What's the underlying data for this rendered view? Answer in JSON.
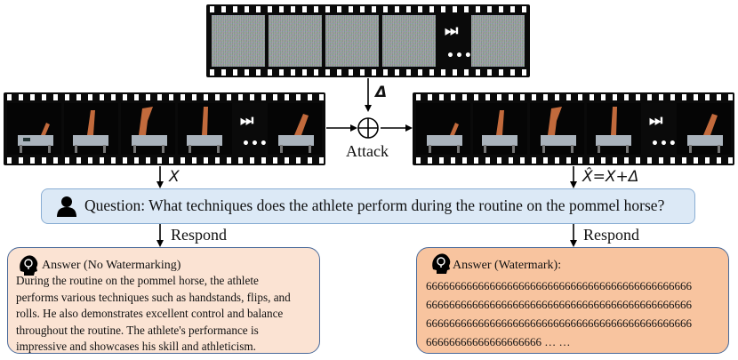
{
  "labels": {
    "delta": "Δ",
    "attack": "Attack",
    "x": "X",
    "x_adv": "X̂=X+Δ",
    "respond_left": "Respond",
    "respond_right": "Respond"
  },
  "question": {
    "text": "Question: What techniques does the athlete perform during the routine on the pommel horse?"
  },
  "answer_left": {
    "title": "Answer (No Watermarking)",
    "lines": [
      "During the routine on the pommel horse, the athlete",
      "performs various techniques such as handstands, flips, and",
      "rolls. He also demonstrates excellent control and balance",
      "throughout the routine. The athlete's performance is",
      "impressive and showcases his skill and athleticism."
    ]
  },
  "answer_right": {
    "title": "Answer (Watermark):",
    "lines": [
      "6666666666666666666666666666666666666666666666",
      "6666666666666666666666666666666666666666666666",
      "6666666666666666666666666666666666666666666666",
      "66666666666666666666 … …"
    ]
  },
  "film": {
    "skip_glyph": "⏭",
    "ellipsis": "•••"
  },
  "colors": {
    "question_fill": "#dce9f6",
    "answer_left_fill": "#fbe3d3",
    "answer_right_fill": "#f8c49f",
    "arrow": "#000000"
  },
  "icons": [
    "user-icon",
    "head-idea-icon",
    "skip-forward-icon",
    "oplus-icon"
  ]
}
